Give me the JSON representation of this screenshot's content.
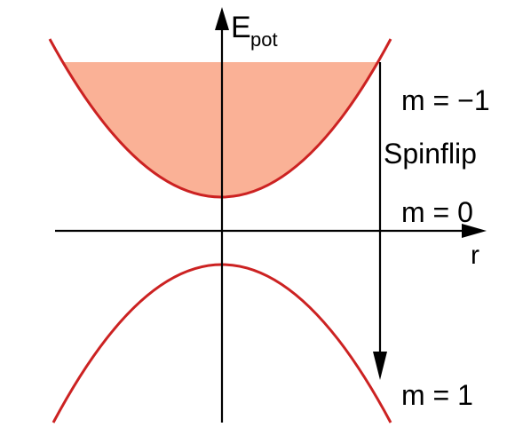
{
  "diagram": {
    "y_axis_label": "E",
    "y_axis_label_subscript": "pot",
    "x_axis_label": "r",
    "state_labels": {
      "upper": "m = −1",
      "middle": "m = 0",
      "lower": "m = 1"
    },
    "transition_label": "Spinflip",
    "colors": {
      "curve": "#cc2222",
      "fill": "#fab196",
      "axes": "#000000",
      "background": "#ffffff"
    }
  }
}
